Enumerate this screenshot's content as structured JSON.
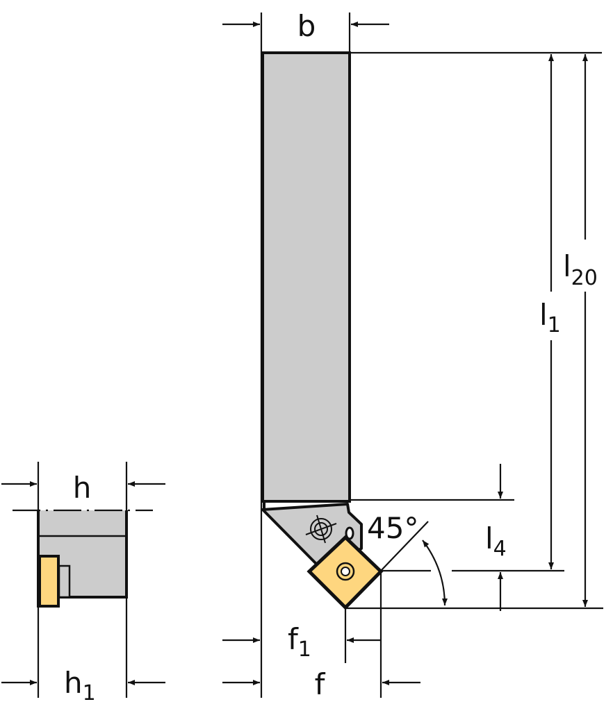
{
  "labels": {
    "b": "b",
    "h": "h",
    "h1_main": "h",
    "h1_sub": "1",
    "l1_main": "l",
    "l1_sub": "1",
    "l20_main": "l",
    "l20_sub": "20",
    "l4_main": "l",
    "l4_sub": "4",
    "f1_main": "f",
    "f1_sub": "1",
    "f": "f",
    "angle": "45°"
  },
  "colors": {
    "body": "#cccccc",
    "insert": "#fed67f",
    "line": "#111111"
  }
}
